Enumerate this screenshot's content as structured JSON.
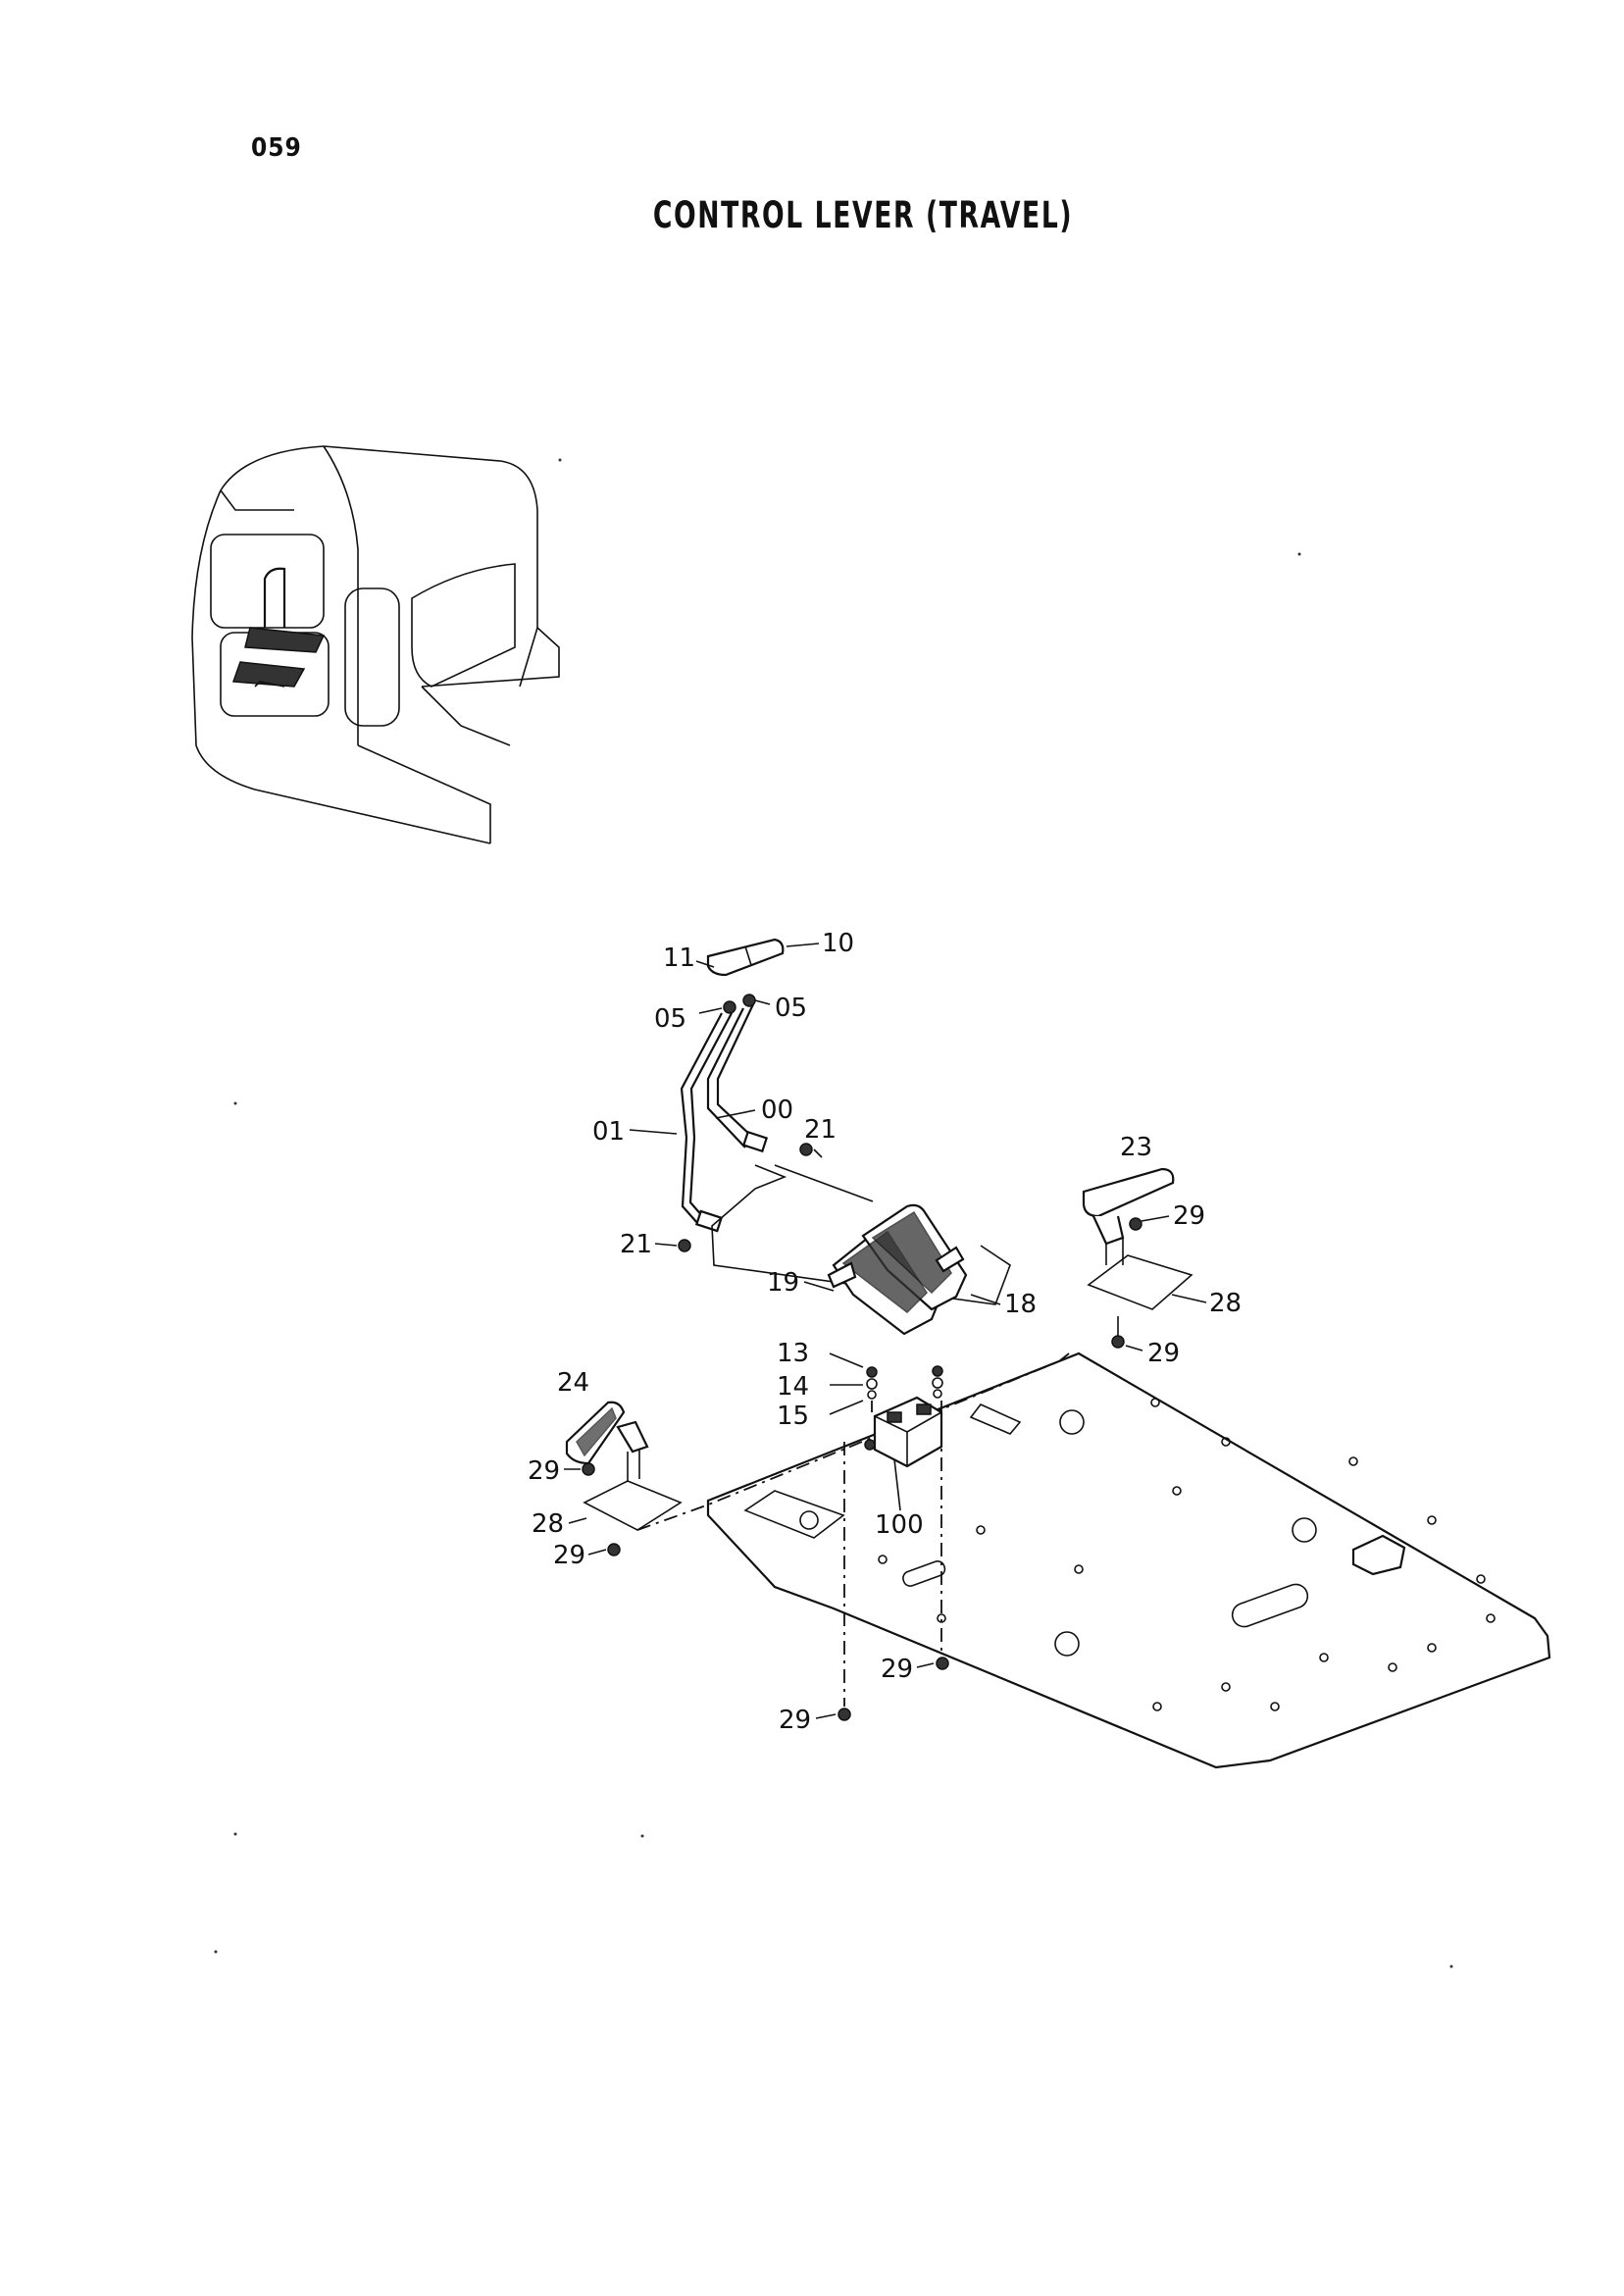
{
  "page_number": "059",
  "title": "CONTROL LEVER (TRAVEL)",
  "callouts": [
    {
      "id": "c-11",
      "label": "11"
    },
    {
      "id": "c-10",
      "label": "10"
    },
    {
      "id": "c-05a",
      "label": "05"
    },
    {
      "id": "c-05b",
      "label": "05"
    },
    {
      "id": "c-01",
      "label": "01"
    },
    {
      "id": "c-00",
      "label": "00"
    },
    {
      "id": "c-21a",
      "label": "21"
    },
    {
      "id": "c-21b",
      "label": "21"
    },
    {
      "id": "c-23",
      "label": "23"
    },
    {
      "id": "c-29a",
      "label": "29"
    },
    {
      "id": "c-28a",
      "label": "28"
    },
    {
      "id": "c-29b",
      "label": "29"
    },
    {
      "id": "c-19",
      "label": "19"
    },
    {
      "id": "c-18",
      "label": "18"
    },
    {
      "id": "c-13",
      "label": "13"
    },
    {
      "id": "c-14",
      "label": "14"
    },
    {
      "id": "c-15",
      "label": "15"
    },
    {
      "id": "c-24",
      "label": "24"
    },
    {
      "id": "c-29c",
      "label": "29"
    },
    {
      "id": "c-28b",
      "label": "28"
    },
    {
      "id": "c-29d",
      "label": "29"
    },
    {
      "id": "c-100",
      "label": "100"
    },
    {
      "id": "c-29e",
      "label": "29"
    },
    {
      "id": "c-29f",
      "label": "29"
    }
  ]
}
